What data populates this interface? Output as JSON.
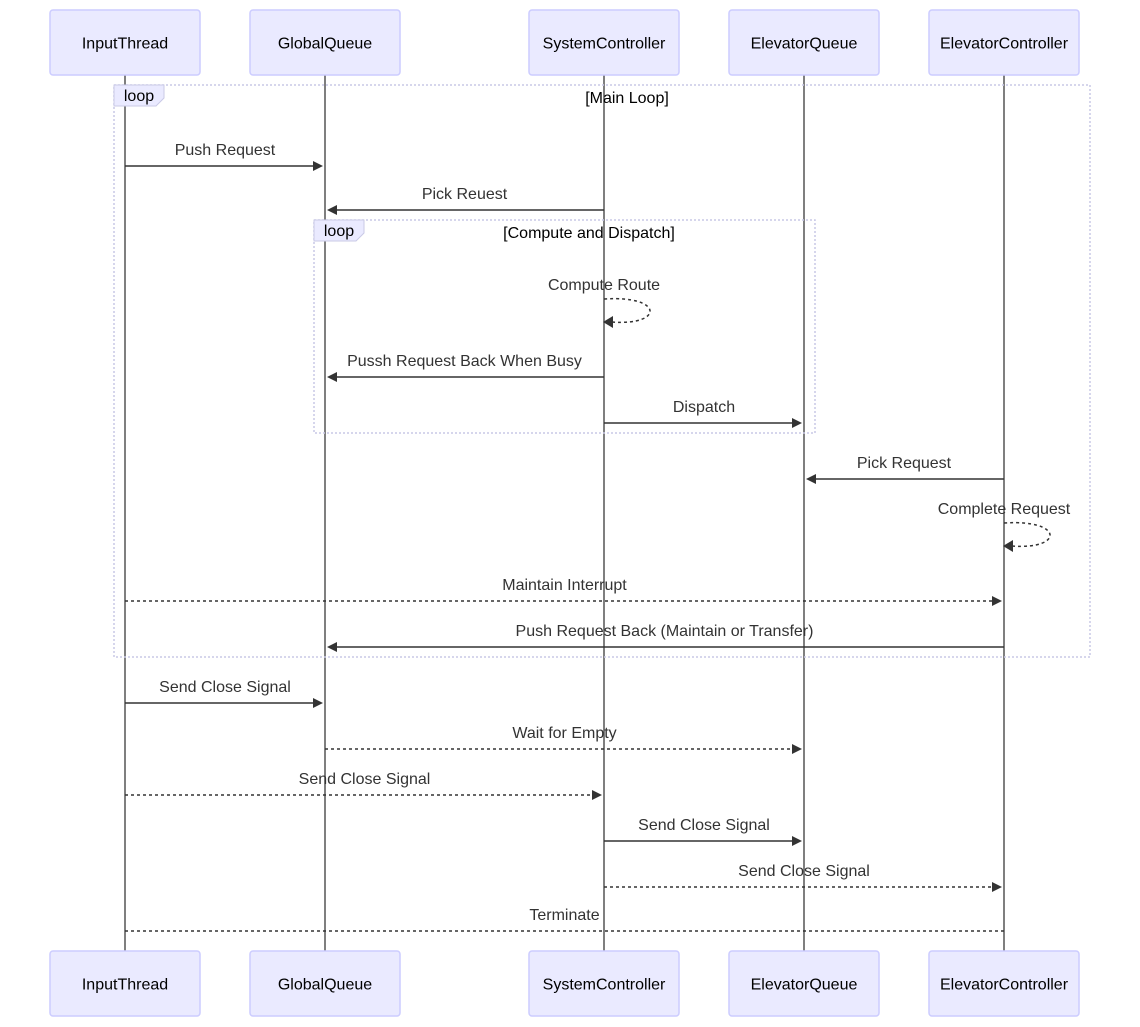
{
  "participants": [
    "InputThread",
    "GlobalQueue",
    "SystemController",
    "ElevatorQueue",
    "ElevatorController"
  ],
  "loops": [
    {
      "keyword": "loop",
      "label": "[Main Loop]"
    },
    {
      "keyword": "loop",
      "label": "[Compute and Dispatch]"
    }
  ],
  "messages": [
    {
      "from": 0,
      "to": 1,
      "text": "Push Request",
      "style": "solid"
    },
    {
      "from": 2,
      "to": 1,
      "text": "Pick Reuest",
      "style": "solid"
    },
    {
      "from": 2,
      "to": 2,
      "text": "Compute Route",
      "style": "dotted"
    },
    {
      "from": 2,
      "to": 1,
      "text": "Pussh Request Back When Busy",
      "style": "solid"
    },
    {
      "from": 2,
      "to": 3,
      "text": "Dispatch",
      "style": "solid"
    },
    {
      "from": 4,
      "to": 3,
      "text": "Pick Request",
      "style": "solid"
    },
    {
      "from": 4,
      "to": 4,
      "text": "Complete Request",
      "style": "dotted"
    },
    {
      "from": 0,
      "to": 4,
      "text": "Maintain Interrupt",
      "style": "dotted"
    },
    {
      "from": 4,
      "to": 1,
      "text": "Push Request Back (Maintain or Transfer)",
      "style": "solid"
    },
    {
      "from": 0,
      "to": 1,
      "text": "Send Close Signal",
      "style": "solid"
    },
    {
      "from": 1,
      "to": 3,
      "text": "Wait for Empty",
      "style": "dotted"
    },
    {
      "from": 0,
      "to": 2,
      "text": "Send Close Signal",
      "style": "dotted"
    },
    {
      "from": 2,
      "to": 3,
      "text": "Send Close Signal",
      "style": "solid"
    },
    {
      "from": 2,
      "to": 4,
      "text": "Send Close Signal",
      "style": "dotted"
    },
    {
      "from": 4,
      "to": 0,
      "text": "Terminate",
      "style": "dotted-noarrow"
    }
  ]
}
